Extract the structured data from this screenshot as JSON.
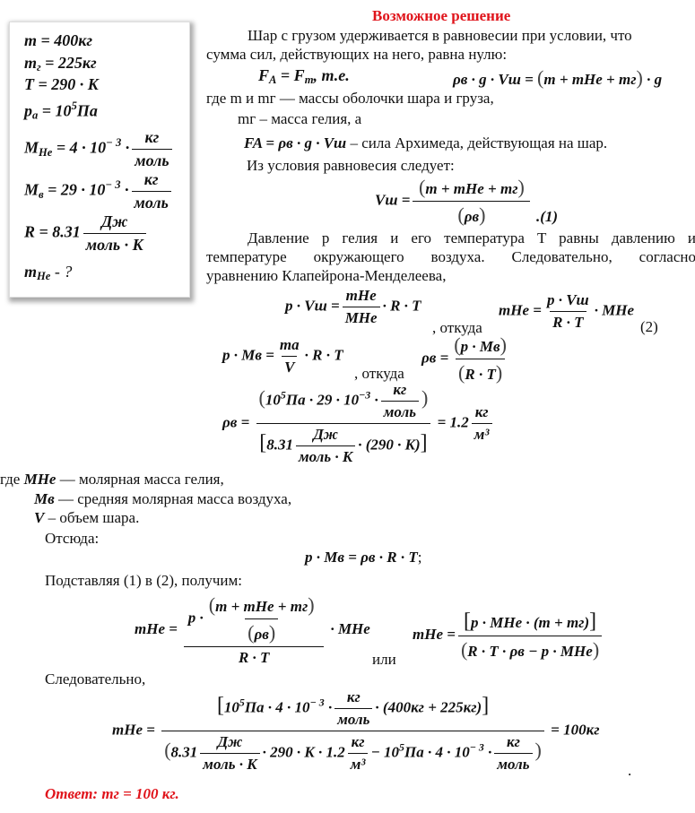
{
  "given": {
    "m": "m = 400кг",
    "mg_sym": "m",
    "mg_sub": "г",
    "mg_val": " = 225кг",
    "T": "T = 290 · K",
    "pa_sym": "p",
    "pa_sub": "a",
    "pa_val": " = 10",
    "pa_exp": "5",
    "pa_unit": "Па",
    "MHe_sym": "M",
    "MHe_sub": "He",
    "MHe_val": " = 4 · 10",
    "MHe_exp": "− 3",
    "MHe_dot": " ·",
    "MHe_num": "кг",
    "MHe_den": "моль",
    "Mv_sym": "M",
    "Mv_sub": "в",
    "Mv_val": " = 29 · 10",
    "Mv_exp": "− 3",
    "Mv_dot": " ·",
    "Mv_num": "кг",
    "Mv_den": "моль",
    "R_val": "R = 8.31",
    "R_num": "Дж",
    "R_den": "моль · K",
    "find_sym": "m",
    "find_sub": "He",
    "find_q": " - ?"
  },
  "solution": {
    "title": "Возможное решение",
    "p1_l1": "Шар с грузом удерживается в равновесии при условии, что",
    "p1_l2": "сумма сил, действующих на него, равна нулю:",
    "eq_fa": "F",
    "eq_fa_sub": "A",
    "eq_fa_rest": " = F",
    "eq_fa_sub2": "m",
    "eq_fa_te": ", т.е.",
    "eq_bal_left": "ρв · g · Vш =",
    "eq_bal_paren": "m + mHe + mг",
    "eq_bal_right": " · g",
    "p2": "где m и mг — массы оболочки шара и груза,",
    "p3": "mг – масса гелия, а",
    "arch_formula": "FA = ρв · g · Vш",
    "arch_text": " – сила Архимеда, действующая на шар.",
    "p4": "Из условия равновесия следует:",
    "eq1_left": "Vш =",
    "eq1_num": "m + mHe + mг",
    "eq1_den": "ρв",
    "eq1_label": ".(1)",
    "p5_l1": "Давление p гелия и его температура T равны давлению и",
    "p5_l2": "температуре окружающего воздуха. Следовательно, согласно",
    "p5_l3": "уравнению Клапейрона-Менделеева,",
    "eq_clap_left": "p · Vш =",
    "eq_clap_num": "mHe",
    "eq_clap_den": "MHe",
    "eq_clap_right": "· R · T",
    "otkuda1": ", откуда",
    "eq2_left": "mHe =",
    "eq2_num": "p · Vш",
    "eq2_den": "R · T",
    "eq2_right": "· MHe",
    "eq2_label": "(2)",
    "eq_air_left": "p · Mв =",
    "eq_air_num": "ma",
    "eq_air_den": "V",
    "eq_air_right": "· R · T",
    "otkuda2": ", откуда",
    "eq_rho_left": "ρв =",
    "eq_rho_num": "p · Mв",
    "eq_rho_den": "R · T",
    "rho_calc_left": "ρв =",
    "rho_calc_num_a": "10",
    "rho_calc_num_exp": "5",
    "rho_calc_num_b": "Па · 29 · 10",
    "rho_calc_num_exp2": "−3",
    "rho_calc_num_c": " ·",
    "rho_calc_num_fn": "кг",
    "rho_calc_num_fd": "моль",
    "rho_calc_den_a": "8.31",
    "rho_calc_den_fn": "Дж",
    "rho_calc_den_fd": "моль · K",
    "rho_calc_den_b": "· (290 · K)",
    "rho_calc_res": "= 1.2",
    "rho_calc_res_n": "кг",
    "rho_calc_res_d": "м³",
    "def1_a": "где ",
    "def1_b": "MHe",
    "def1_c": " — молярная масса гелия,",
    "def2_b": "Mв",
    "def2_c": " — средняя молярная масса воздуха,",
    "def3_b": "V",
    "def3_c": " – объем шара.",
    "otsyuda": "Отсюда:",
    "eq_state": "p · Mв = ρв · R · T",
    "eq_state_end": ";",
    "subst": "Подставляя (1) в (2), получим:",
    "eqA_left": "mHe =",
    "eqA_p": "p ·",
    "eqA_inner_num": "m + mHe + mг",
    "eqA_inner_den": "ρв",
    "eqA_den": "R · T",
    "eqA_right": "· MHe",
    "ili": "или",
    "eqB_left": "mHe =",
    "eqB_num": "p · MHe · (m + mг)",
    "eqB_den": "R · T · ρв − p · MHe",
    "sledov": "Следовательно,",
    "fin_left": "mHe =",
    "fin_num_a": "10",
    "fin_num_exp": "5",
    "fin_num_b": "Па · 4 · 10",
    "fin_num_exp2": "− 3",
    "fin_num_c": " ·",
    "fin_num_fn": "кг",
    "fin_num_fd": "моль",
    "fin_num_d": "· (400кг + 225кг)",
    "fin_den_a": "8.31",
    "fin_den_f1n": "Дж",
    "fin_den_f1d": "моль · K",
    "fin_den_b": "· 290 · K · 1.2",
    "fin_den_f2n": "кг",
    "fin_den_f2d": "м³",
    "fin_den_c": "− 10",
    "fin_den_exp": "5",
    "fin_den_d": "Па · 4 · 10",
    "fin_den_exp2": "− 3",
    "fin_den_e": " ·",
    "fin_den_f3n": "кг",
    "fin_den_f3d": "моль",
    "fin_res": "= 100кг",
    "fin_dot": ".",
    "answer": "Ответ: mг = 100 кг."
  },
  "colors": {
    "accent_red": "#e0141b"
  }
}
